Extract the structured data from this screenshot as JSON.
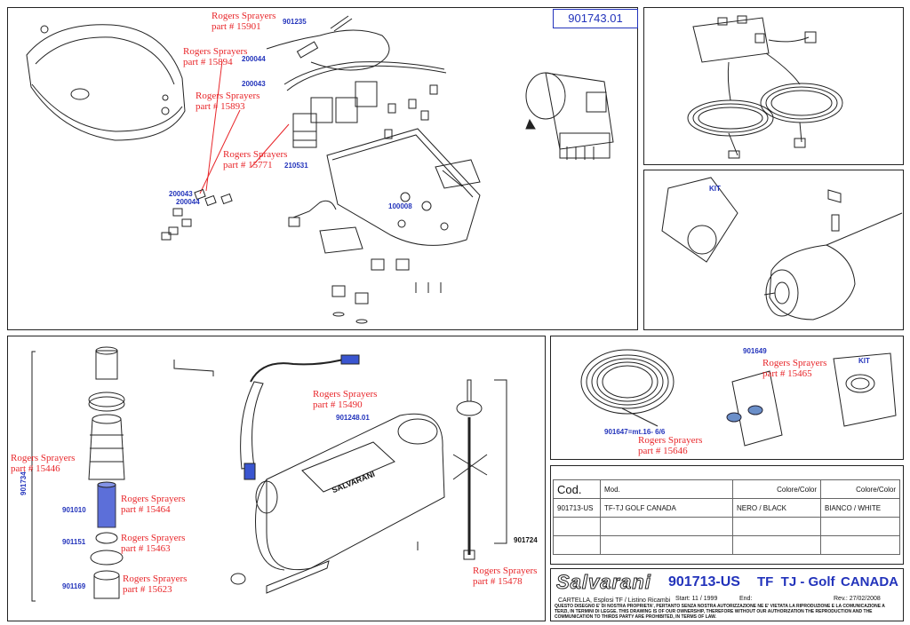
{
  "drawing_code": "901743.01",
  "labels": [
    {
      "part": "Rogers Sprayers",
      "num": "part # 15901"
    },
    {
      "part": "Rogers Sprayers",
      "num": "part # 15894"
    },
    {
      "part": "Rogers Sprayers",
      "num": "part # 15893"
    },
    {
      "part": "Rogers Sprayers",
      "num": "part # 15771"
    },
    {
      "part": "Rogers Sprayers",
      "num": "part # 15490"
    },
    {
      "part": "Rogers Sprayers",
      "num": "part # 15446"
    },
    {
      "part": "Rogers Sprayers",
      "num": "part # 15464"
    },
    {
      "part": "Rogers Sprayers",
      "num": "part # 15463"
    },
    {
      "part": "Rogers Sprayers",
      "num": "part # 15623"
    },
    {
      "part": "Rogers Sprayers",
      "num": "part # 15478"
    },
    {
      "part": "Rogers Sprayers",
      "num": "part # 15465"
    },
    {
      "part": "Rogers Sprayers",
      "num": "part # 15646"
    }
  ],
  "part_numbers": [
    "901235",
    "200044",
    "200043",
    "210531",
    "200043",
    "200044",
    "100008",
    "901248.01",
    "901734",
    "901010",
    "901151",
    "901169",
    "901724",
    "901649",
    "901647=mt.16- 6/6"
  ],
  "kit_labels": [
    "KIT",
    "KIT"
  ],
  "tank_brand": "SALVARANI",
  "table": {
    "header": {
      "cod": "Cod.",
      "mod": "Mod.",
      "color1": "Colore/Color",
      "color2": "Colore/Color"
    },
    "row": {
      "cod": "901713-US",
      "mod": "TF-TJ GOLF CANADA",
      "color1": "NERO / BLACK",
      "color2": "BIANCO / WHITE"
    }
  },
  "title_block": {
    "brand": "Salvarani",
    "code": "901713-US",
    "model": "TF  TJ - Golf",
    "market": "CANADA",
    "sub": "CARTELLA, Esplosi TF / Listino Ricambi",
    "start": "Start: 11 / 1999",
    "end": "End:",
    "rev": "Rev.: 27/02/2008",
    "legal_it": "QUESTO DISEGNO E' DI NOSTRA PROPRIETA', PERTANTO SENZA NOSTRA AUTORIZZAZIONE NE E' VIETATA LA RIPRODUZIONE E LA COMUNICAZIONE A TERZI, IN TERMINI DI LEGGE.",
    "legal_en": "THIS DRAWING IS OF OUR OWNERSHIP, THEREFORE WITHOUT OUR AUTHORIZATION THE REPRODUCTION AND THE COMMUNICATION TO THIRDS PARTY ARE PROHIBITED, IN TERMS OF LAW."
  }
}
